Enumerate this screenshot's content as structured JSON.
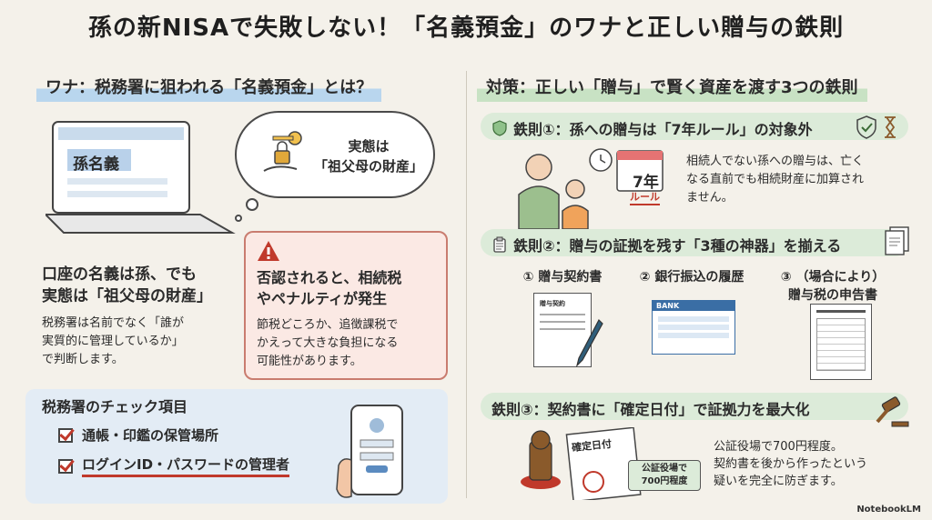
{
  "title": "孫の新NISAで失敗しない！「名義預金」のワナと正しい贈与の鉄則",
  "left": {
    "heading": "ワナ：税務署に狙われる「名義預金」とは？",
    "laptop_label": "孫名義",
    "bubble_line1": "実態は",
    "bubble_line2": "「祖父母の財産」",
    "main_line1": "口座の名義は孫、でも",
    "main_line2": "実態は「祖父母の財産」",
    "sub_line1": "税務署は名前でなく「誰が",
    "sub_line2": "実質的に管理しているか」",
    "sub_line3": "で判断します。",
    "warn_title_line1": "否認されると、相続税",
    "warn_title_line2": "やペナルティが発生",
    "warn_body_line1": "節税どころか、追徴課税で",
    "warn_body_line2": "かえって大きな負担になる",
    "warn_body_line3": "可能性があります。",
    "check_title": "税務署のチェック項目",
    "check_items": [
      "通帳・印鑑の保管場所",
      "ログインID・パスワードの管理者"
    ]
  },
  "right": {
    "heading": "対策：正しい「贈与」で賢く資産を渡す3つの鉄則",
    "rule1_title": "鉄則①：孫への贈与は「7年ルール」の対象外",
    "rule1_calendar_big": "7年",
    "rule1_calendar_small": "ルール",
    "rule1_line1": "相続人でない孫への贈与は、亡く",
    "rule1_line2": "なる直前でも相続財産に加算され",
    "rule1_line3": "ません。",
    "rule2_title": "鉄則②：贈与の証拠を残す「3種の神器」を揃える",
    "docs": [
      "① 贈与契約書",
      "② 銀行振込の履歴",
      "③ （場合により）"
    ],
    "doc3_line2": "贈与税の申告書",
    "doc1_inner": "贈与契約",
    "doc2_inner": "BANK",
    "rule3_title": "鉄則③：契約書に「確定日付」で証拠力を最大化",
    "stamp_doc_label": "確定日付",
    "tag_line1": "公証役場で",
    "tag_line2": "700円程度",
    "rule3_line1": "公証役場で700円程度。",
    "rule3_line2": "契約書を後から作ったという",
    "rule3_line3": "疑いを完全に防ぎます。"
  },
  "footer": "NotebookLM",
  "colors": {
    "accent_blue": "#b9d6ee",
    "accent_green": "#c8e2c4",
    "warn_red": "#c0392b"
  }
}
